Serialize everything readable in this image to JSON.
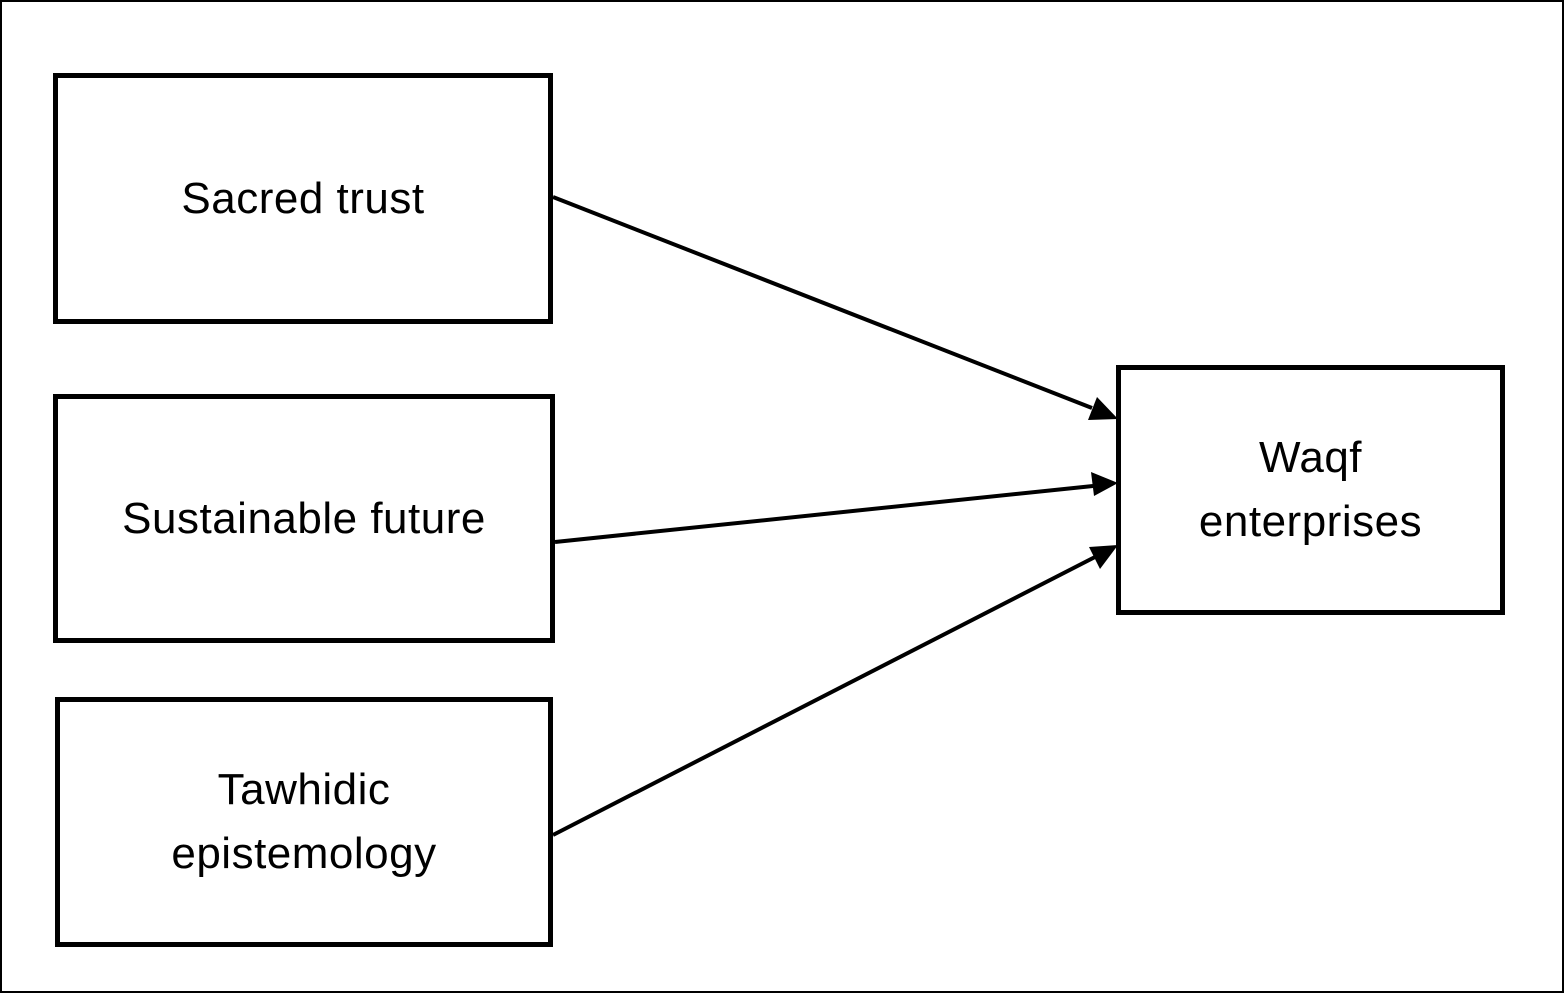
{
  "diagram": {
    "sources": [
      {
        "id": "sacred",
        "label": "Sacred trust"
      },
      {
        "id": "sustainable",
        "label": "Sustainable future"
      },
      {
        "id": "tawhidic",
        "label": "Tawhidic epistemology",
        "lines": [
          "Tawhidic",
          "epistemology"
        ]
      }
    ],
    "target": {
      "id": "waqf",
      "label": "Waqf enterprises",
      "lines": [
        "Waqf",
        "enterprises"
      ]
    },
    "edges": [
      {
        "from": "sacred",
        "to": "waqf"
      },
      {
        "from": "sustainable",
        "to": "waqf"
      },
      {
        "from": "tawhidic",
        "to": "waqf"
      }
    ]
  },
  "colors": {
    "stroke": "#000000",
    "background": "#ffffff"
  }
}
